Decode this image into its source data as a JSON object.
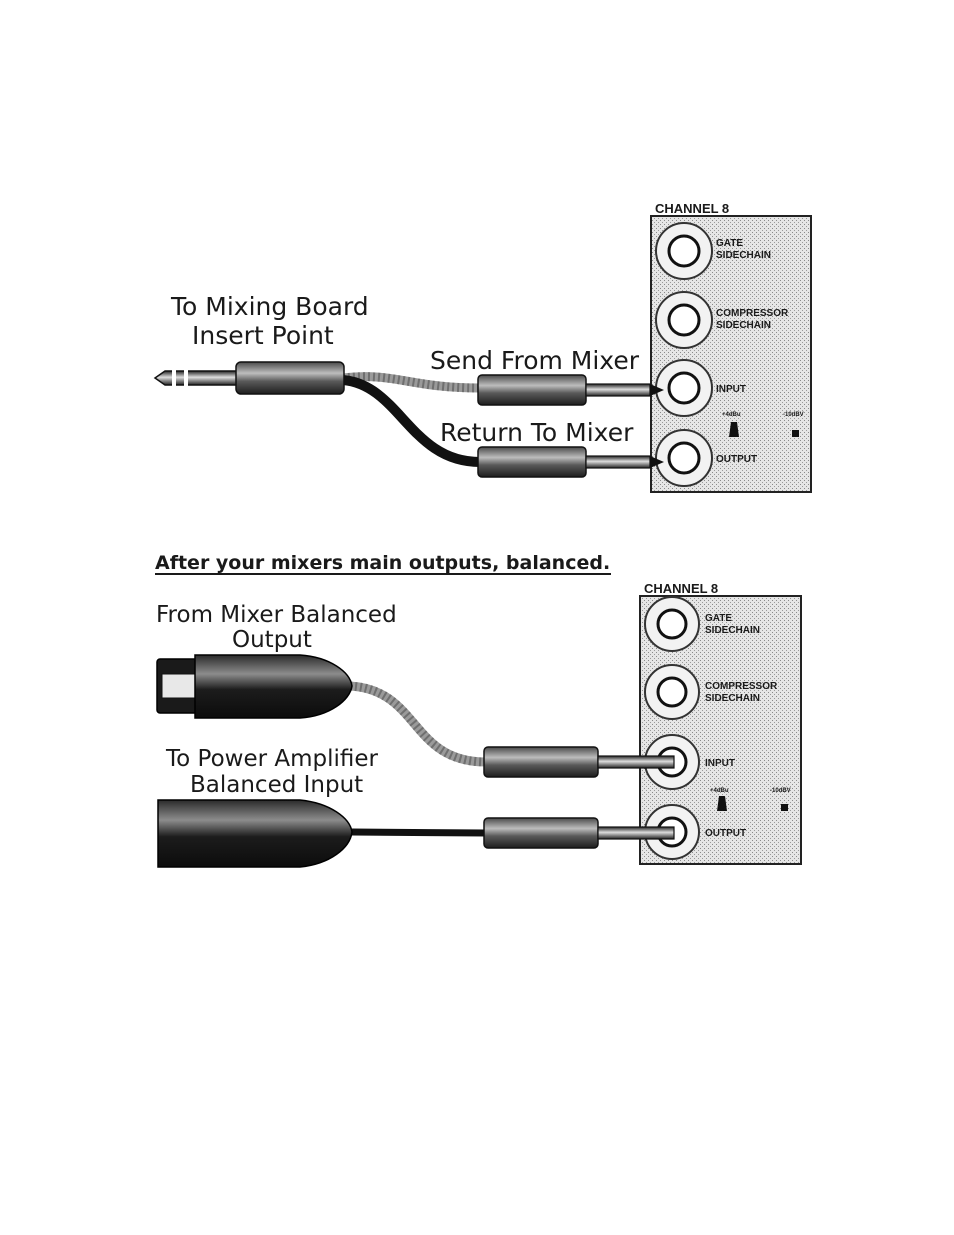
{
  "diagram1": {
    "channel_title": "CHANNEL 8",
    "jack_labels": {
      "gate_line1": "GATE",
      "gate_line2": "SIDECHAIN",
      "comp_line1": "COMPRESSOR",
      "comp_line2": "SIDECHAIN",
      "input": "INPUT",
      "output": "OUTPUT"
    },
    "level_left": "+4dBu",
    "level_right": "-10dBV",
    "insert_label_line1": "To Mixing Board",
    "insert_label_line2": "Insert Point",
    "send_label": "Send From Mixer",
    "return_label": "Return To Mixer"
  },
  "diagram2": {
    "heading": "After your mixers main outputs, balanced.",
    "channel_title": "CHANNEL 8",
    "jack_labels": {
      "gate_line1": "GATE",
      "gate_line2": "SIDECHAIN",
      "comp_line1": "COMPRESSOR",
      "comp_line2": "SIDECHAIN",
      "input": "INPUT",
      "output": "OUTPUT"
    },
    "level_left": "+4dBu",
    "level_right": "-10dBV",
    "from_label_line1": "From Mixer Balanced",
    "from_label_line2": "Output",
    "to_label_line1": "To Power Amplifier",
    "to_label_line2": "Balanced Input"
  }
}
